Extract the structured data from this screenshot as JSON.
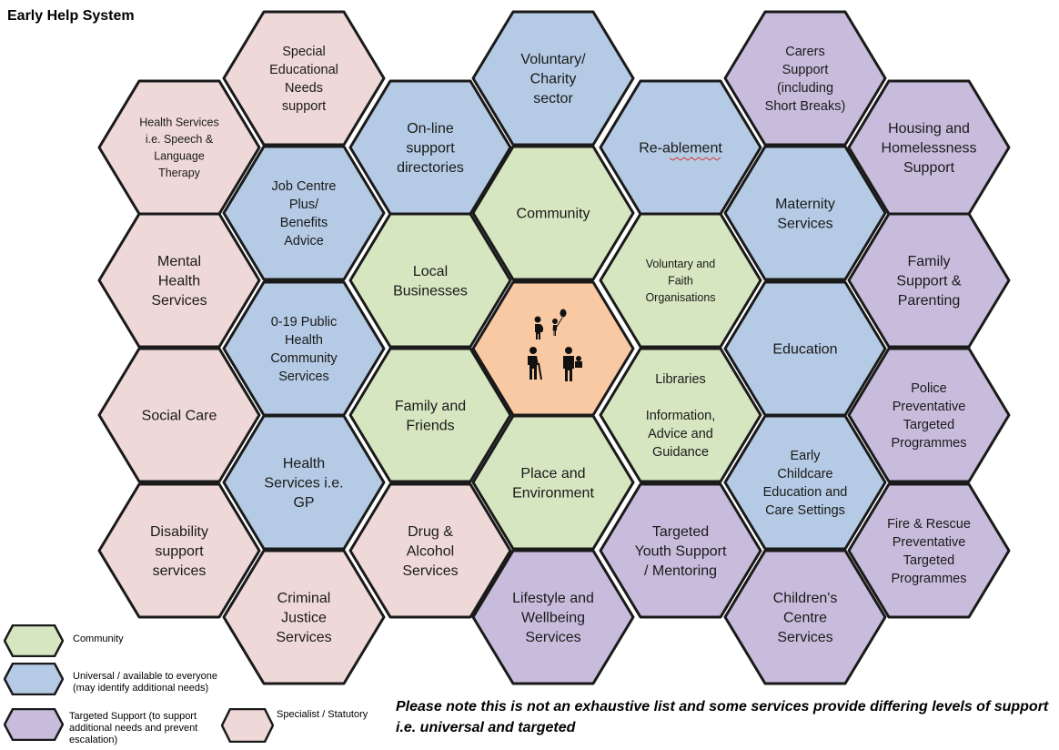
{
  "title": "Early Help System",
  "colors": {
    "community": "#d6e6c0",
    "universal": "#b5cae4",
    "targeted": "#c8bcdc",
    "specialist": "#efd8d8",
    "centre": "#f9c9a3",
    "outline": "#1a1a1a"
  },
  "hexes": [
    {
      "id": "special-educational-needs",
      "lines": [
        "Special",
        "Educational",
        "Needs",
        "support"
      ],
      "cat": "specialist"
    },
    {
      "id": "health-services-speech",
      "lines": [
        "Health Services",
        "i.e. Speech &",
        "Language",
        "Therapy"
      ],
      "cat": "specialist",
      "small": true
    },
    {
      "id": "voluntary-charity-sector",
      "lines": [
        "Voluntary/",
        "Charity",
        "sector"
      ],
      "cat": "universal"
    },
    {
      "id": "online-support-directories",
      "lines": [
        "On-line",
        "support",
        "directories"
      ],
      "cat": "universal"
    },
    {
      "id": "re-ablement",
      "lines": [
        "Re-ablement"
      ],
      "cat": "universal",
      "squiggle": true
    },
    {
      "id": "carers-support",
      "lines": [
        "Carers",
        "Support",
        "(including",
        "Short Breaks)"
      ],
      "cat": "targeted"
    },
    {
      "id": "housing-homelessness",
      "lines": [
        "Housing and",
        "Homelessness",
        "Support"
      ],
      "cat": "targeted"
    },
    {
      "id": "job-centre-plus",
      "lines": [
        "Job Centre",
        "Plus/",
        "Benefits",
        "Advice"
      ],
      "cat": "universal"
    },
    {
      "id": "community",
      "lines": [
        "Community"
      ],
      "cat": "community"
    },
    {
      "id": "maternity-services",
      "lines": [
        "Maternity",
        "Services"
      ],
      "cat": "universal"
    },
    {
      "id": "mental-health-services",
      "lines": [
        "Mental",
        "Health",
        "Services"
      ],
      "cat": "specialist"
    },
    {
      "id": "local-businesses",
      "lines": [
        "Local",
        "Businesses"
      ],
      "cat": "community"
    },
    {
      "id": "voluntary-faith-organisations",
      "lines": [
        "Voluntary and",
        "Faith",
        "Organisations"
      ],
      "cat": "community",
      "small": true
    },
    {
      "id": "family-support-parenting",
      "lines": [
        "Family",
        "Support &",
        "Parenting"
      ],
      "cat": "targeted"
    },
    {
      "id": "public-health-0-19",
      "lines": [
        "0-19 Public",
        "Health",
        "Community",
        "Services"
      ],
      "cat": "universal"
    },
    {
      "id": "centre-people",
      "lines": [],
      "cat": "centre",
      "people": true
    },
    {
      "id": "education",
      "lines": [
        "Education"
      ],
      "cat": "universal"
    },
    {
      "id": "social-care",
      "lines": [
        "Social Care"
      ],
      "cat": "specialist"
    },
    {
      "id": "family-and-friends",
      "lines": [
        "Family and",
        "Friends"
      ],
      "cat": "community"
    },
    {
      "id": "libraries-information",
      "lines": [
        "Libraries",
        "",
        "Information,",
        "Advice and",
        "Guidance"
      ],
      "cat": "community"
    },
    {
      "id": "police-preventative",
      "lines": [
        "Police",
        "Preventative",
        "Targeted",
        "Programmes"
      ],
      "cat": "targeted"
    },
    {
      "id": "health-services-gp",
      "lines": [
        "Health",
        "Services i.e.",
        "GP"
      ],
      "cat": "universal"
    },
    {
      "id": "place-and-environment",
      "lines": [
        "Place and",
        "Environment"
      ],
      "cat": "community"
    },
    {
      "id": "early-childcare",
      "lines": [
        "Early",
        "Childcare",
        "Education and",
        "Care Settings"
      ],
      "cat": "universal"
    },
    {
      "id": "disability-support-services",
      "lines": [
        "Disability",
        "support",
        "services"
      ],
      "cat": "specialist"
    },
    {
      "id": "drug-alcohol-services",
      "lines": [
        "Drug &",
        "Alcohol",
        "Services"
      ],
      "cat": "specialist"
    },
    {
      "id": "targeted-youth-support",
      "lines": [
        "Targeted",
        "Youth Support",
        "/ Mentoring"
      ],
      "cat": "targeted"
    },
    {
      "id": "fire-rescue-preventative",
      "lines": [
        "Fire & Rescue",
        "Preventative",
        "Targeted",
        "Programmes"
      ],
      "cat": "targeted"
    },
    {
      "id": "criminal-justice-services",
      "lines": [
        "Criminal",
        "Justice",
        "Services"
      ],
      "cat": "specialist"
    },
    {
      "id": "lifestyle-and-wellbeing",
      "lines": [
        "Lifestyle and",
        "Wellbeing",
        "Services"
      ],
      "cat": "targeted"
    },
    {
      "id": "childrens-centre-services",
      "lines": [
        "Children's",
        "Centre",
        "Services"
      ],
      "cat": "targeted"
    }
  ],
  "legend": {
    "community": "Community",
    "universal_1": "Universal / available to everyone",
    "universal_2": "(may identify additional needs)",
    "targeted_1": "Targeted Support (to support",
    "targeted_2": "additional needs and prevent",
    "targeted_3": "escalation)",
    "specialist": "Specialist / Statutory"
  },
  "note": "Please note this is not an exhaustive list and some services provide differing levels of support i.e. universal and targeted"
}
